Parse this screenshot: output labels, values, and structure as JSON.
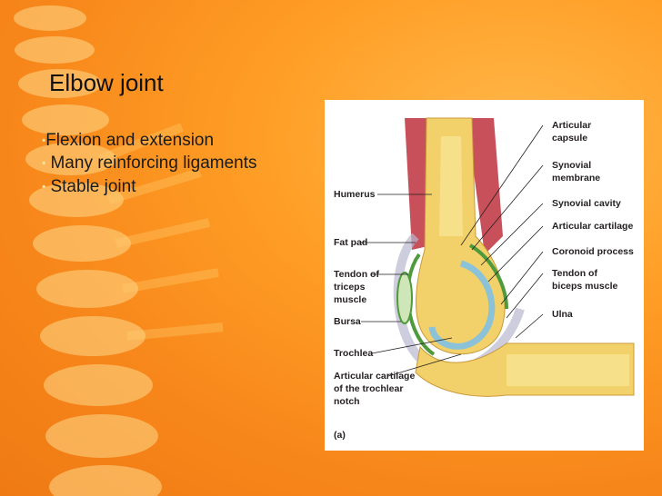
{
  "slide": {
    "title": "Elbow joint",
    "bullets": [
      "Flexion and extension",
      " Many reinforcing ligaments",
      " Stable joint"
    ]
  },
  "figure": {
    "labels_left": {
      "humerus": "Humerus",
      "fat_pad": "Fat pad",
      "tendon_triceps_1": "Tendon of",
      "tendon_triceps_2": "triceps",
      "tendon_triceps_3": "muscle",
      "bursa": "Bursa",
      "trochlea": "Trochlea",
      "art_cart_troch_1": "Articular cartilage",
      "art_cart_troch_2": "of the trochlear",
      "art_cart_troch_3": "notch"
    },
    "labels_right": {
      "capsule_1": "Articular",
      "capsule_2": "capsule",
      "synovial_mem_1": "Synovial",
      "synovial_mem_2": "membrane",
      "synovial_cavity": "Synovial cavity",
      "articular_cartilage": "Articular cartilage",
      "coronoid": "Coronoid process",
      "tendon_biceps_1": "Tendon of",
      "tendon_biceps_2": "biceps muscle",
      "ulna": "Ulna"
    },
    "panel_letter": "(a)"
  },
  "colors": {
    "background": "#f7861a",
    "bone": "#f2d16b",
    "muscle": "#c8505a",
    "cartilage": "#8cc2d8",
    "synovial": "#4f9a3c"
  }
}
